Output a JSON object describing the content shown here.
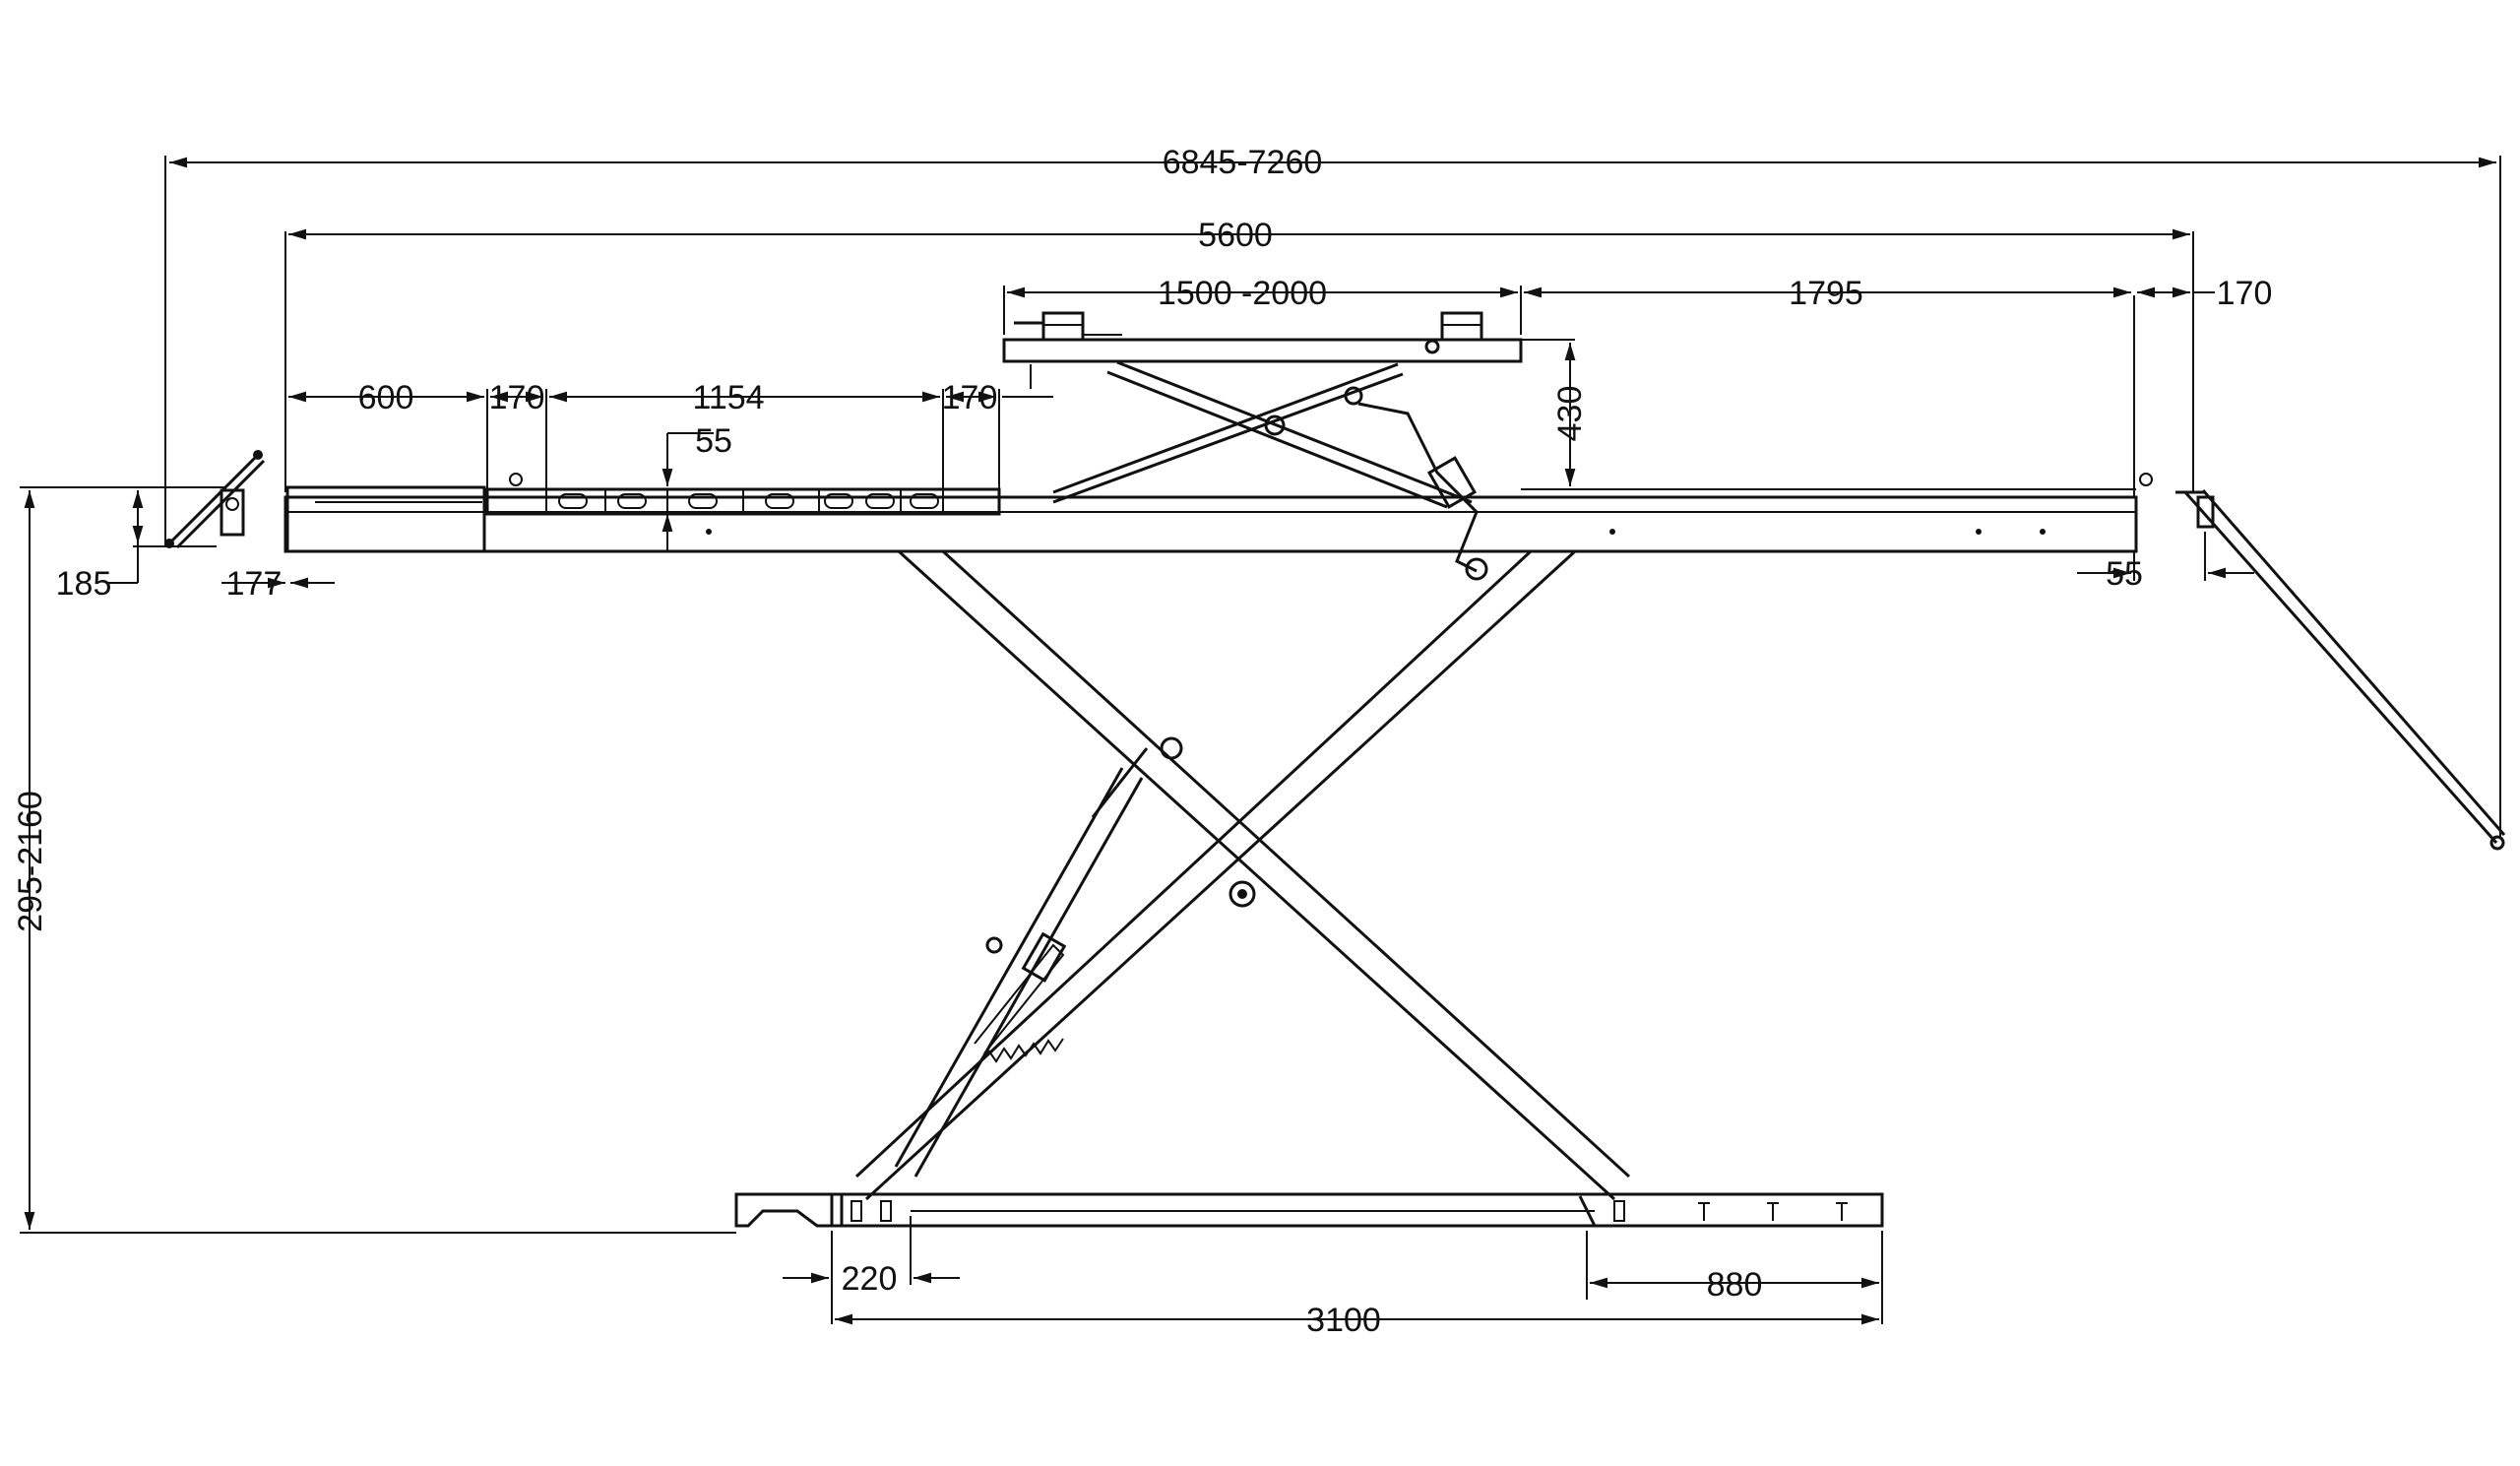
{
  "dimensions": {
    "overall_length": "6845-7260",
    "platform_length": "5600",
    "table_range": "1500 -2000",
    "rear_section": "1795",
    "rear_end": "170",
    "front_extension": "600",
    "gap_a": "170",
    "center_section": "1154",
    "gap_b": "170",
    "step_offset": "55",
    "table_height": "430",
    "ramp_height": "185",
    "ramp_offset": "177",
    "rear_step": "55",
    "lift_height": "295-2160",
    "base_offset": "220",
    "base_rear": "880",
    "base_length": "3100"
  }
}
